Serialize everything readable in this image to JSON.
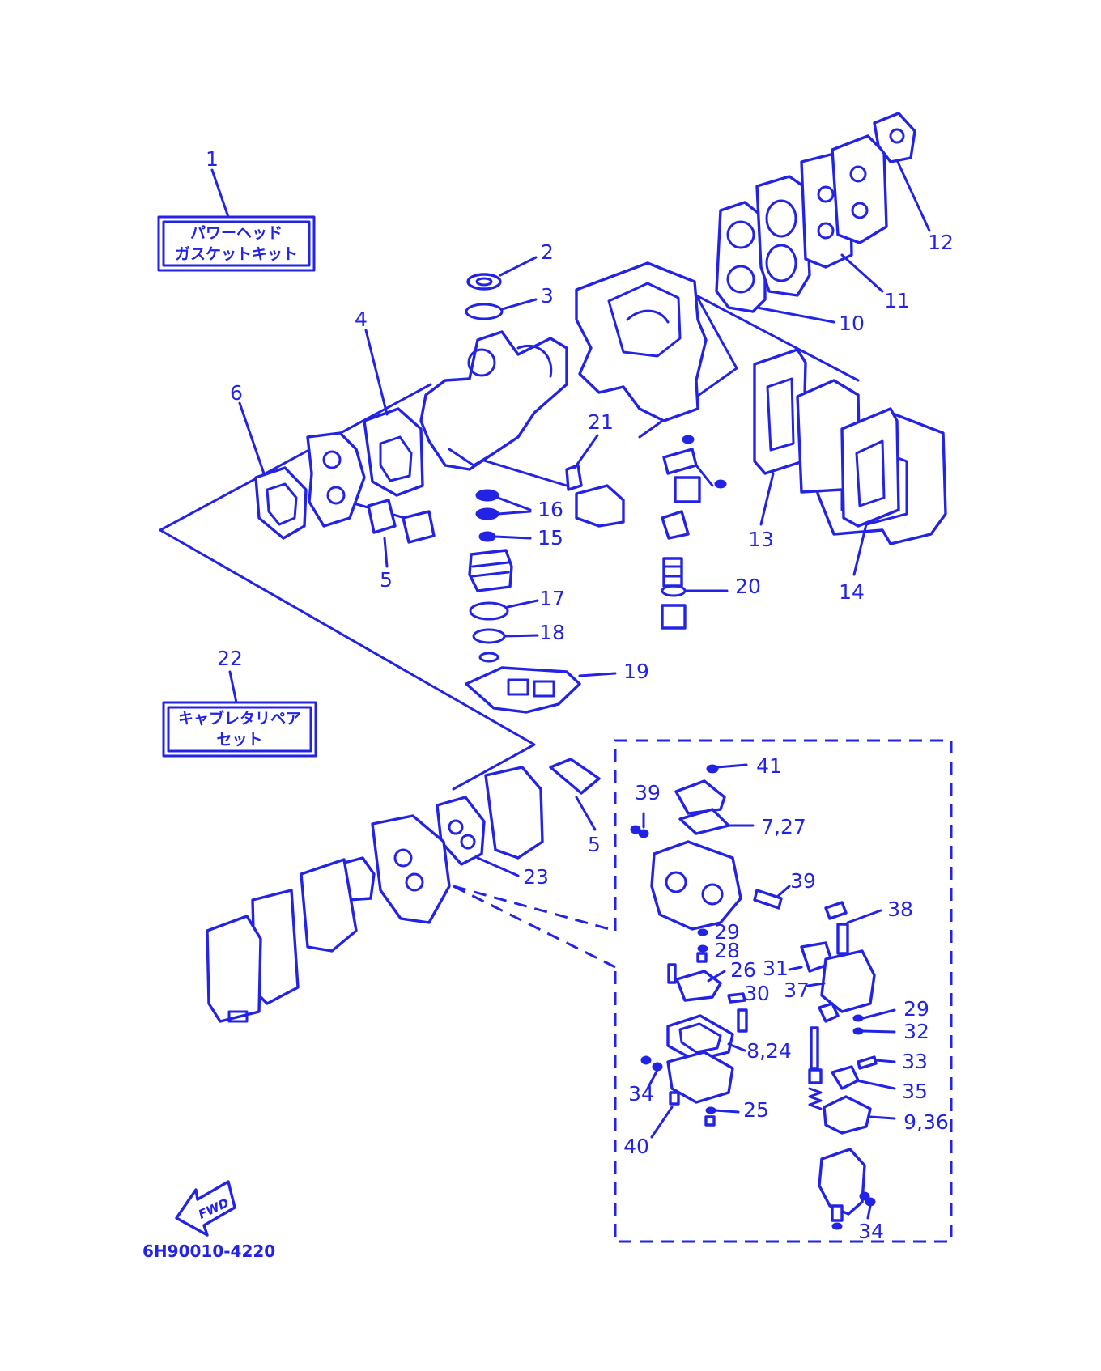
{
  "kits": {
    "power_head": {
      "number": "1",
      "line1": "パワーヘッド",
      "line2": "ガスケットキット"
    },
    "carburetor": {
      "number": "22",
      "line1": "キャブレタリペア",
      "line2": "セット"
    }
  },
  "callouts": {
    "c2": "2",
    "c3": "3",
    "c4": "4",
    "c5a": "5",
    "c5b": "5",
    "c6": "6",
    "c7_27": "7,27",
    "c8_24": "8,24",
    "c9_36": "9,36",
    "c10": "10",
    "c11": "11",
    "c12": "12",
    "c13": "13",
    "c14": "14",
    "c15": "15",
    "c16": "16",
    "c17": "17",
    "c18": "18",
    "c19": "19",
    "c20": "20",
    "c21": "21",
    "c23": "23",
    "c25": "25",
    "c26": "26",
    "c28": "28",
    "c29a": "29",
    "c29b": "29",
    "c30": "30",
    "c31": "31",
    "c32": "32",
    "c33": "33",
    "c34a": "34",
    "c34b": "34",
    "c35": "35",
    "c37": "37",
    "c38": "38",
    "c39a": "39",
    "c39b": "39",
    "c40": "40",
    "c41": "41"
  },
  "fwd_label": "FWD",
  "diagram_code": "6H90010-4220",
  "line_color": "#2323e6"
}
